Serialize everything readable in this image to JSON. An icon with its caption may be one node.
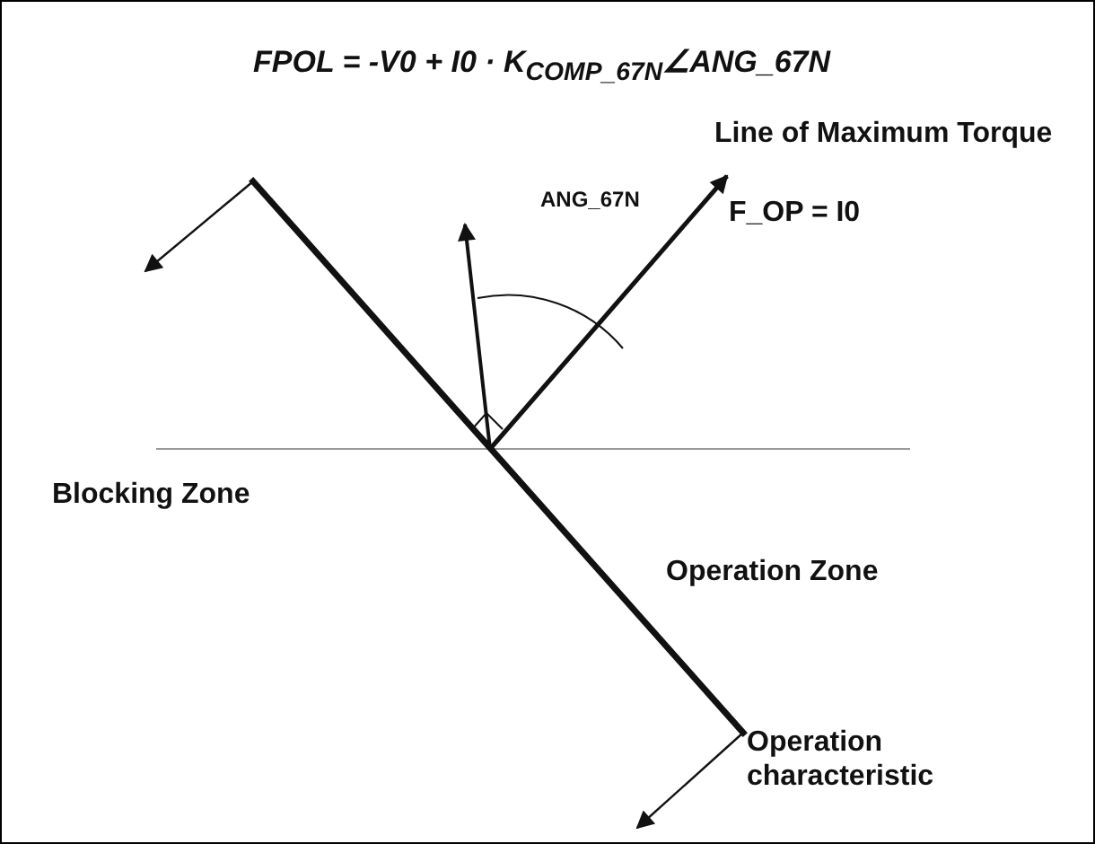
{
  "diagram": {
    "title": "FPOL = -V0 + I0 · K$_{COMP_67N}$∠ANG_67N",
    "labels": [
      "Line of Maximum Torque",
      "ANG_67N",
      "F_OP = I0",
      "Blocking Zone",
      "Operation Zone",
      "Operation characteristic"
    ]
  }
}
